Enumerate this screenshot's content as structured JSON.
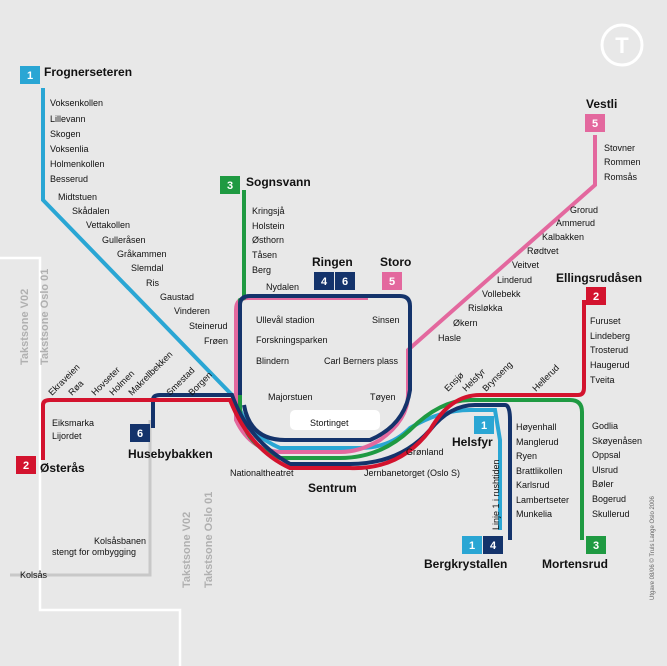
{
  "colors": {
    "line1": "#2aa6d4",
    "line2": "#d3132e",
    "line3": "#1f9a42",
    "line4": "#14336b",
    "line5": "#e3689e",
    "line6": "#14336b",
    "background": "#e8e8e8"
  },
  "logo": {
    "letter": "T"
  },
  "zones": {
    "v02": "Takstsone V02",
    "oslo01": "Takstsone Oslo 01"
  },
  "badges": {
    "l1": "1",
    "l2": "2",
    "l3": "3",
    "l4": "4",
    "l5": "5",
    "l6": "6"
  },
  "terminals": {
    "frognerseteren": "Frognerseteren",
    "sognsvann": "Sognsvann",
    "vestli": "Vestli",
    "ellingsrudasen": "Ellingsrudåsen",
    "osteras": "Østerås",
    "husebybakken": "Husebybakken",
    "bergkrystallen": "Bergkrystallen",
    "mortensrud": "Mortensrud",
    "ringen": "Ringen",
    "storo": "Storo",
    "helsfyr": "Helsfyr",
    "sentrum": "Sentrum"
  },
  "stations": {
    "line1": [
      "Voksenkollen",
      "Lillevann",
      "Skogen",
      "Voksenlia",
      "Holmenkollen",
      "Besserud",
      "Midtstuen",
      "Skådalen",
      "Vettakollen",
      "Gulleråsen",
      "Gråkammen",
      "Slemdal",
      "Ris",
      "Gaustad",
      "Vinderen",
      "Steinerud",
      "Frøen"
    ],
    "line3": [
      "Kringsjå",
      "Holstein",
      "Østhorn",
      "Tåsen",
      "Berg"
    ],
    "line5": [
      "Stovner",
      "Rommen",
      "Romsås",
      "Grorud",
      "Ammerud",
      "Kalbakken",
      "Rødtvet",
      "Veitvet",
      "Linderud",
      "Vollebekk",
      "Risløkka",
      "Økern",
      "Hasle"
    ],
    "line2": [
      "Furuset",
      "Lindeberg",
      "Trosterud",
      "Haugerud",
      "Tveita"
    ],
    "line2w": [
      "Eiksmarka",
      "Lijordet"
    ],
    "line3s": [
      "Godlia",
      "Skøyenåsen",
      "Oppsal",
      "Ulsrud",
      "Bøler",
      "Bogerud",
      "Skullerud"
    ],
    "line4s": [
      "Høyenhall",
      "Manglerud",
      "Ryen",
      "Brattlikollen",
      "Karlsrud",
      "Lambertseter",
      "Munkelia"
    ],
    "ring": [
      "Nydalen",
      "Ullevål stadion",
      "Forskningsparken",
      "Blindern",
      "Sinsen",
      "Carl Berners plass"
    ],
    "diag_w": [
      "Ekraveien",
      "Røa",
      "Hovseter",
      "Holmen",
      "Makrellbekken",
      "Smestad",
      "Borgen"
    ],
    "diag_e": [
      "Ensjø",
      "Helsfyr",
      "Brynseng",
      "Hellerud"
    ],
    "core": {
      "majorstuen": "Majorstuen",
      "toyen": "Tøyen",
      "stortinget": "Stortinget",
      "nationaltheatret": "Nationaltheatret",
      "gronland": "Grønland",
      "jernbanetorget": "Jernbanetorget (Oslo S)"
    }
  },
  "notes": {
    "rush": "Linje 1 i rushtiden",
    "kolsas_1": "Kolsåsbanen",
    "kolsas_2": "stengt for ombygging",
    "kolsas": "Kolsås",
    "credit": "Utgave 08/06 © Truls Lange Oslo 2006"
  }
}
